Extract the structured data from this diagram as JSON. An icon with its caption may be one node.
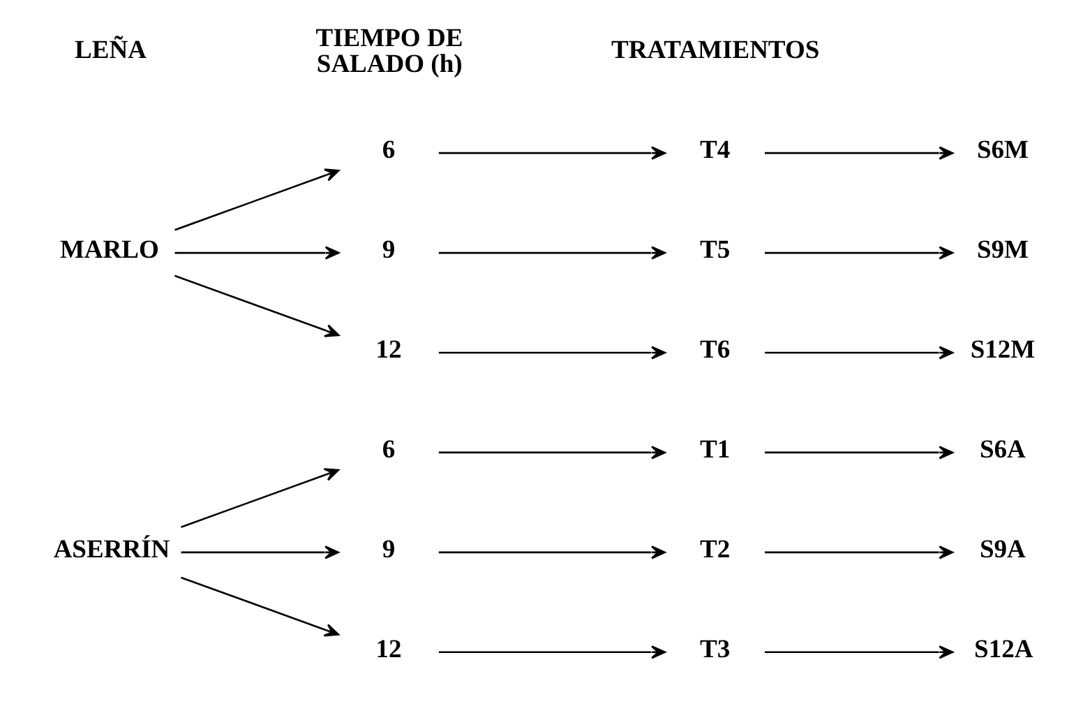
{
  "diagram": {
    "nodes": [
      {
        "text": [
          "ASERRÍN"
        ]
      },
      {
        "text": [
          "6"
        ]
      },
      {
        "text": [
          "9"
        ]
      },
      {
        "text": [
          "12"
        ]
      },
      {
        "text": [
          "T1"
        ]
      },
      {
        "text": [
          "T2"
        ]
      },
      {
        "text": [
          "T3"
        ]
      },
      {
        "text": [
          "S6A"
        ]
      },
      {
        "text": [
          "S9A"
        ]
      },
      {
        "text": [
          "S12A"
        ]
      },
      {
        "text": [
          "MARLO"
        ]
      },
      {
        "text": [
          "6"
        ]
      },
      {
        "text": [
          "9"
        ]
      },
      {
        "text": [
          "12"
        ]
      },
      {
        "text": [
          "T4"
        ]
      },
      {
        "text": [
          "T5"
        ]
      },
      {
        "text": [
          "T6"
        ]
      },
      {
        "text": [
          "S6M"
        ]
      },
      {
        "text": [
          "S9M"
        ]
      },
      {
        "text": [
          "S12M"
        ]
      }
    ],
    "edges": [
      {
        "from": 0,
        "to": 1,
        "arrow": "to"
      },
      {
        "from": 0,
        "to": 2,
        "arrow": "to"
      },
      {
        "from": 0,
        "to": 3,
        "arrow": "to"
      },
      {
        "from": 1,
        "to": 4,
        "arrow": "to"
      },
      {
        "from": 4,
        "to": 7,
        "arrow": "to"
      },
      {
        "from": 2,
        "to": 5,
        "arrow": "to"
      },
      {
        "from": 5,
        "to": 8,
        "arrow": "to"
      },
      {
        "from": 3,
        "to": 6,
        "arrow": "to"
      },
      {
        "from": 6,
        "to": 9,
        "arrow": "to"
      },
      {
        "from": 10,
        "to": 11,
        "arrow": "to"
      },
      {
        "from": 10,
        "to": 12,
        "arrow": "to"
      },
      {
        "from": 10,
        "to": 13,
        "arrow": "to"
      },
      {
        "from": 11,
        "to": 14,
        "arrow": "to"
      },
      {
        "from": 14,
        "to": 17,
        "arrow": "to"
      },
      {
        "from": 12,
        "to": 15,
        "arrow": "to"
      },
      {
        "from": 15,
        "to": 18,
        "arrow": "to"
      },
      {
        "from": 13,
        "to": 16,
        "arrow": "to"
      },
      {
        "from": 16,
        "to": 19,
        "arrow": "to"
      }
    ],
    "labels": [
      "LEÑA",
      "TIEMPO DE SALADO (h)",
      "TRATAMIENTOS"
    ]
  }
}
